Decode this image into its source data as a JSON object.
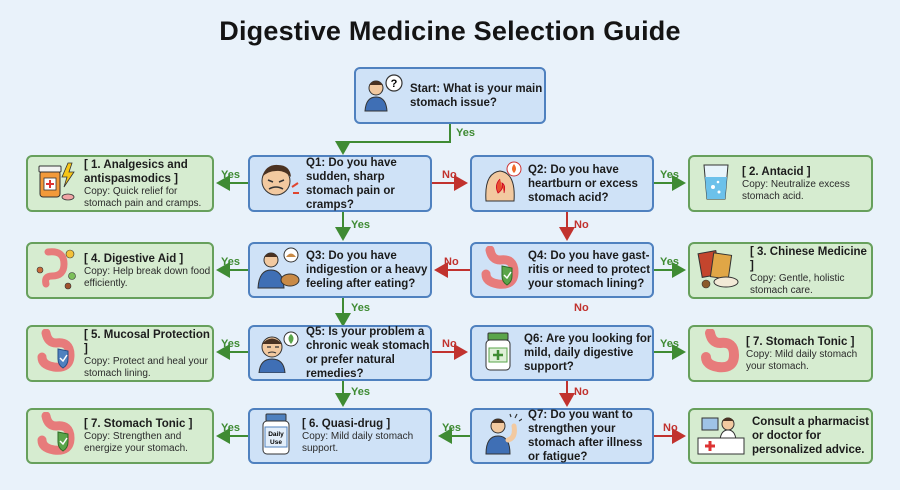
{
  "title": "Digestive Medicine Selection Guide",
  "colors": {
    "question_fill": "#cfe2f7",
    "question_border": "#4f81bf",
    "result_fill": "#d6ecd0",
    "result_border": "#67a05c",
    "yes": "#3f8b33",
    "no": "#c1322e",
    "background": "#e9f2fa"
  },
  "start": {
    "text": "Start: What is your main stomach issue?",
    "icon": "confused-person-icon"
  },
  "questions": {
    "q1": {
      "text": "Q1: Do you have sudden, sharp stomach pain or cramps?",
      "icon": "pained-face-icon"
    },
    "q2": {
      "text": "Q2: Do you have heartburn or excess stomach acid?",
      "icon": "heartburn-torso-icon"
    },
    "q3": {
      "text": "Q3: Do you have indigestion or a heavy feeling after eating?",
      "icon": "full-meal-person-icon"
    },
    "q4": {
      "text": "Q4: Do you have gast-ritis or need to protect your stomach lining?",
      "icon": "stomach-shield-icon"
    },
    "q5": {
      "text": "Q5: Is your problem a chronic weak stomach or prefer natural remedies?",
      "icon": "tired-herb-person-icon"
    },
    "q6": {
      "text": "Q6: Are you looking for mild, daily digestive support?",
      "icon": "supplement-bottle-icon"
    },
    "q7": {
      "text": "Q7: Do you want to strengthen your stomach after illness or fatigue?",
      "icon": "flexing-person-icon"
    }
  },
  "results": {
    "r1": {
      "title": "[ 1. Analgesics and antispasmodics ]",
      "copy": "Copy: Quick relief for stomach pain and cramps.",
      "icon": "pill-bottle-lightning-icon"
    },
    "r2": {
      "title": "[ 2. Antacid ]",
      "copy": "Copy: Neutralize excess stomach acid.",
      "icon": "water-glass-icon"
    },
    "r4": {
      "title": "[ 4. Digestive Aid ]",
      "copy": "Copy: Help break down food efficiently.",
      "icon": "digestion-icon"
    },
    "r3": {
      "title": "[ 3. Chinese Medicine ]",
      "copy": "Copy: Gentle, holistic stomach care.",
      "icon": "herbal-packets-icon"
    },
    "r5": {
      "title": "[ 5. Mucosal Protection ]",
      "copy": "Copy: Protect and heal your stomach lining.",
      "icon": "stomach-shield-icon"
    },
    "r7a": {
      "title": "[ 7. Stomach Tonic ]",
      "copy": "Copy: Mild daily stomach your stomach.",
      "icon": "stomach-icon"
    },
    "r7b": {
      "title": "[ 7. Stomach Tonic ]",
      "copy": "Copy: Strengthen and energize your stomach.",
      "icon": "stomach-shield-icon"
    },
    "r6": {
      "title": "[ 6. Quasi-drug ]",
      "copy": "Copy: Mild daily stomach support.",
      "icon": "daily-use-bottle-icon",
      "bottle_label": "Daily Use"
    },
    "consult": {
      "text": "Consult a pharmacist or doctor for personalized advice.",
      "icon": "pharmacist-counter-icon"
    }
  },
  "labels": {
    "yes": "Yes",
    "no": "No"
  }
}
